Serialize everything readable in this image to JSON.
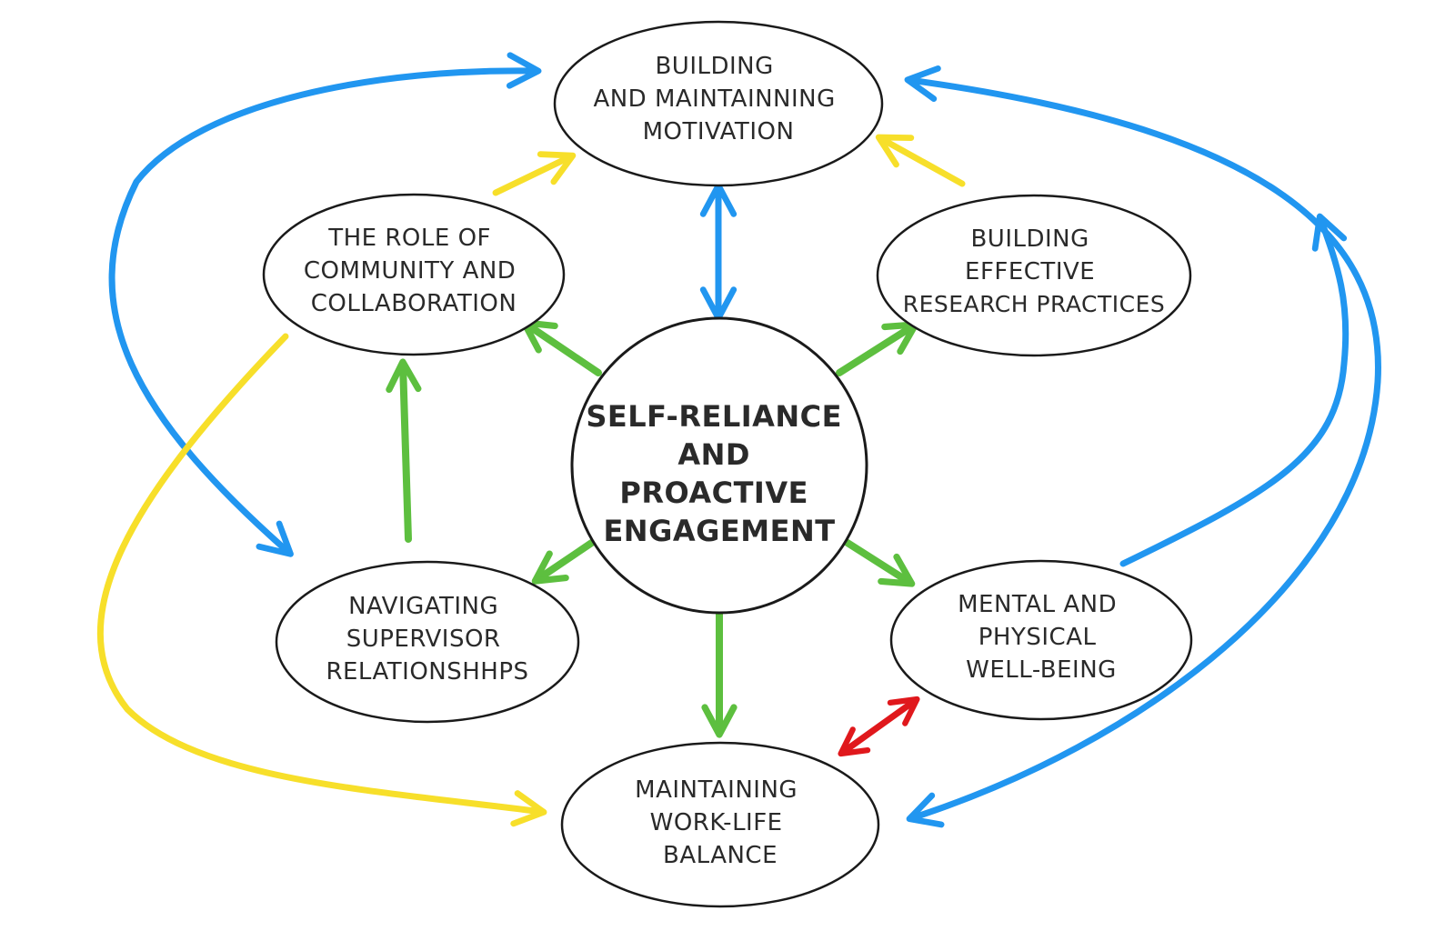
{
  "diagram": {
    "colors": {
      "background": "#ffffff",
      "node_outline": "#1a1a1a",
      "text": "#2a2a2a",
      "blue": "#2196f0",
      "green": "#5dbf3f",
      "yellow": "#f7df2a",
      "red": "#e0181c"
    },
    "nodes": {
      "center": {
        "lines": [
          "SELF-RELIANCE",
          "AND",
          "PROACTIVE",
          "ENGAGEMENT"
        ]
      },
      "motivation": {
        "lines": [
          "BUILDING",
          "AND MAINTAINNING",
          "MOTIVATION"
        ]
      },
      "community": {
        "lines": [
          "THE ROLE OF",
          "COMMUNITY AND",
          "COLLABORATION"
        ]
      },
      "research": {
        "lines": [
          "BUILDING",
          "EFFECTIVE",
          "RESEARCH PRACTICES"
        ]
      },
      "supervisor": {
        "lines": [
          "NAVIGATING",
          "SUPERVISOR",
          "RELATIONSHHPS"
        ]
      },
      "wellbeing": {
        "lines": [
          "MENTAL AND",
          "PHYSICAL",
          "WELL-BEING"
        ]
      },
      "worklife": {
        "lines": [
          "MAINTAINING",
          "WORK-LIFE",
          "BALANCE"
        ]
      }
    },
    "edges": [
      {
        "from": "center",
        "to": "motivation",
        "color": "blue",
        "bidirectional": true
      },
      {
        "from": "center",
        "to": "community",
        "color": "green"
      },
      {
        "from": "center",
        "to": "research",
        "color": "green"
      },
      {
        "from": "center",
        "to": "supervisor",
        "color": "green"
      },
      {
        "from": "center",
        "to": "wellbeing",
        "color": "green"
      },
      {
        "from": "center",
        "to": "worklife",
        "color": "green"
      },
      {
        "from": "supervisor",
        "to": "community",
        "color": "green"
      },
      {
        "from": "community",
        "to": "motivation",
        "color": "yellow"
      },
      {
        "from": "research",
        "to": "motivation",
        "color": "yellow"
      },
      {
        "from": "community",
        "to": "worklife",
        "color": "yellow"
      },
      {
        "from": "wellbeing",
        "to": "worklife",
        "color": "red",
        "bidirectional": true
      },
      {
        "from": "supervisor",
        "to": "motivation",
        "color": "blue",
        "bidirectional": true
      },
      {
        "from": "worklife",
        "to": "motivation",
        "color": "blue",
        "bidirectional": true
      },
      {
        "from": "wellbeing",
        "to": "motivation",
        "color": "blue"
      }
    ]
  }
}
